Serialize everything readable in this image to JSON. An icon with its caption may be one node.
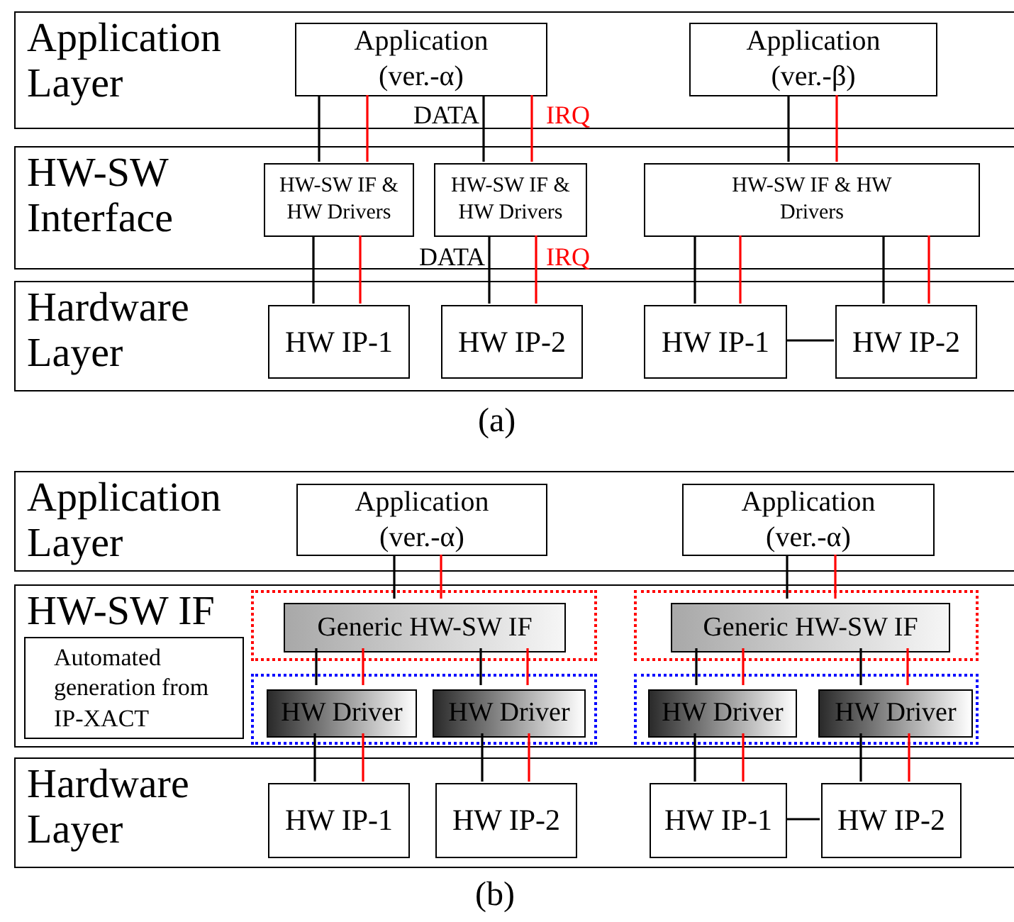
{
  "diagram": {
    "nodes": [
      {
        "text": [
          "Application Layer"
        ]
      },
      {
        "text": [
          "Application (ver.-α)"
        ],
        "in": 0
      },
      {
        "text": [
          "Application (ver.-β)"
        ],
        "in": 0
      },
      {
        "text": [
          "HW-SW Interface"
        ]
      },
      {
        "text": [
          "HW-SW IF & HW Drivers"
        ],
        "in": 3
      },
      {
        "text": [
          "HW-SW IF & HW Drivers"
        ],
        "in": 3
      },
      {
        "text": [
          "HW-SW IF & HW Drivers"
        ],
        "in": 3
      },
      {
        "text": [
          "Hardware Layer"
        ]
      },
      {
        "text": [
          "HW IP-1"
        ],
        "in": 7
      },
      {
        "text": [
          "HW IP-2"
        ],
        "in": 7
      },
      {
        "text": [
          "HW IP-1"
        ],
        "in": 7
      },
      {
        "text": [
          "HW IP-2"
        ],
        "in": 7
      },
      {
        "text": [
          "Application Layer"
        ]
      },
      {
        "text": [
          "Application (ver.-α)"
        ],
        "in": 12
      },
      {
        "text": [
          "Application (ver.-α)"
        ],
        "in": 12
      },
      {
        "text": [
          "HW-SW IF"
        ]
      },
      {
        "text": [
          "Automated generation from IP-XACT"
        ],
        "in": 15
      },
      {
        "text": [],
        "shape": "box",
        "in": 15
      },
      {
        "text": [
          "Generic HW-SW IF"
        ],
        "in": 17
      },
      {
        "text": [],
        "shape": "box",
        "in": 15
      },
      {
        "text": [
          "HW Driver"
        ],
        "in": 19
      },
      {
        "text": [
          "HW Driver"
        ],
        "in": 19
      },
      {
        "text": [],
        "shape": "box",
        "in": 15
      },
      {
        "text": [
          "Generic HW-SW IF"
        ],
        "in": 22
      },
      {
        "text": [],
        "shape": "box",
        "in": 15
      },
      {
        "text": [
          "HW Driver"
        ],
        "in": 24
      },
      {
        "text": [
          "HW Driver"
        ],
        "in": 24
      },
      {
        "text": [
          "Hardware Layer"
        ]
      },
      {
        "text": [
          "HW IP-1"
        ],
        "in": 27
      },
      {
        "text": [
          "HW IP-2"
        ],
        "in": 27
      },
      {
        "text": [
          "HW IP-1"
        ],
        "in": 27
      },
      {
        "text": [
          "HW IP-2"
        ],
        "in": 27
      }
    ],
    "edges": [
      {
        "from": 1,
        "to": 4,
        "arrow": "none"
      },
      {
        "from": 1,
        "to": 4,
        "arrow": "none",
        "color": "#ff0000"
      },
      {
        "from": 1,
        "to": 5,
        "arrow": "none",
        "label": "DATA"
      },
      {
        "from": 1,
        "to": 5,
        "arrow": "none",
        "label": "IRQ",
        "color": "#ff0000"
      },
      {
        "from": 2,
        "to": 6,
        "arrow": "none"
      },
      {
        "from": 2,
        "to": 6,
        "arrow": "none",
        "color": "#ff0000"
      },
      {
        "from": 4,
        "to": 8,
        "arrow": "none"
      },
      {
        "from": 4,
        "to": 8,
        "arrow": "none",
        "color": "#ff0000"
      },
      {
        "from": 5,
        "to": 9,
        "arrow": "none",
        "label": "DATA"
      },
      {
        "from": 5,
        "to": 9,
        "arrow": "none",
        "label": "IRQ",
        "color": "#ff0000"
      },
      {
        "from": 6,
        "to": 10,
        "arrow": "none"
      },
      {
        "from": 6,
        "to": 10,
        "arrow": "none",
        "color": "#ff0000"
      },
      {
        "from": 6,
        "to": 11,
        "arrow": "none"
      },
      {
        "from": 6,
        "to": 11,
        "arrow": "none",
        "color": "#ff0000"
      },
      {
        "from": 10,
        "to": 11,
        "arrow": "none"
      },
      {
        "from": 13,
        "to": 18,
        "arrow": "none"
      },
      {
        "from": 13,
        "to": 18,
        "arrow": "none",
        "color": "#ff0000"
      },
      {
        "from": 14,
        "to": 23,
        "arrow": "none"
      },
      {
        "from": 14,
        "to": 23,
        "arrow": "none",
        "color": "#ff0000"
      },
      {
        "from": 18,
        "to": 20,
        "arrow": "none"
      },
      {
        "from": 18,
        "to": 20,
        "arrow": "none",
        "color": "#ff0000"
      },
      {
        "from": 18,
        "to": 21,
        "arrow": "none"
      },
      {
        "from": 18,
        "to": 21,
        "arrow": "none",
        "color": "#ff0000"
      },
      {
        "from": 23,
        "to": 25,
        "arrow": "none"
      },
      {
        "from": 23,
        "to": 25,
        "arrow": "none",
        "color": "#ff0000"
      },
      {
        "from": 23,
        "to": 26,
        "arrow": "none"
      },
      {
        "from": 23,
        "to": 26,
        "arrow": "none",
        "color": "#ff0000"
      },
      {
        "from": 20,
        "to": 28,
        "arrow": "none"
      },
      {
        "from": 20,
        "to": 28,
        "arrow": "none",
        "color": "#ff0000"
      },
      {
        "from": 21,
        "to": 29,
        "arrow": "none"
      },
      {
        "from": 21,
        "to": 29,
        "arrow": "none",
        "color": "#ff0000"
      },
      {
        "from": 25,
        "to": 30,
        "arrow": "none"
      },
      {
        "from": 25,
        "to": 30,
        "arrow": "none",
        "color": "#ff0000"
      },
      {
        "from": 26,
        "to": 31,
        "arrow": "none"
      },
      {
        "from": 26,
        "to": 31,
        "arrow": "none",
        "color": "#ff0000"
      },
      {
        "from": 30,
        "to": 31,
        "arrow": "none"
      }
    ],
    "labels": [
      "(a)",
      "(b)"
    ]
  }
}
